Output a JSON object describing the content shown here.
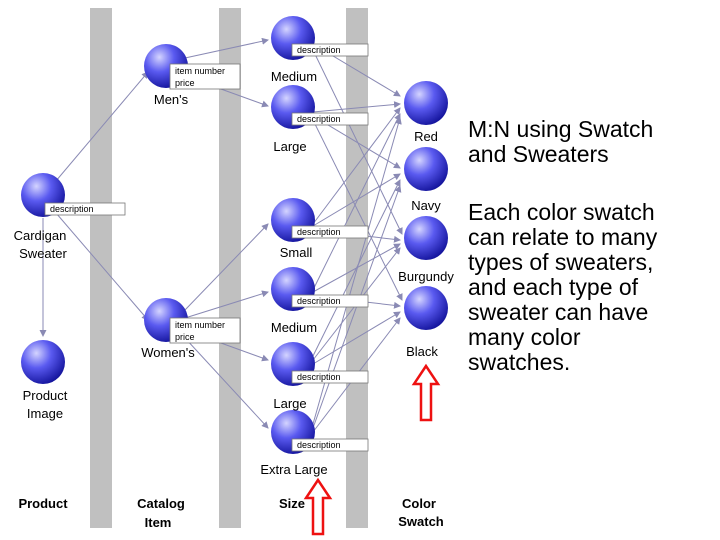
{
  "columns": [
    "Product",
    "Catalog",
    "Item",
    "Size",
    "Color",
    "Swatch"
  ],
  "nodes": {
    "cardigan": [
      "Cardigan",
      "Sweater"
    ],
    "product_image": [
      "Product",
      "Image"
    ],
    "mens": "Men's",
    "womens": "Women's",
    "men_medium": "Medium",
    "men_large": "Large",
    "women_small": "Small",
    "women_medium": "Medium",
    "women_large": "Large",
    "women_xl": "Extra Large",
    "red": "Red",
    "navy": "Navy",
    "burgundy": "Burgundy",
    "black": "Black"
  },
  "tags": {
    "description": "description",
    "item_number": "item number",
    "price": "price"
  },
  "text": {
    "title": [
      "M:N using Swatch",
      "and Sweaters"
    ],
    "body": [
      "Each color swatch",
      "can relate to many",
      "types of sweaters,",
      "and each type of",
      "sweater can have",
      "many color",
      "swatches."
    ]
  },
  "colors": {
    "column_band": "#c0c0c0",
    "node_fill": "#1f1fd6",
    "node_highlight": "#c8c8ff",
    "edge": "#8a8ab4",
    "arrow": "#ee1111"
  }
}
